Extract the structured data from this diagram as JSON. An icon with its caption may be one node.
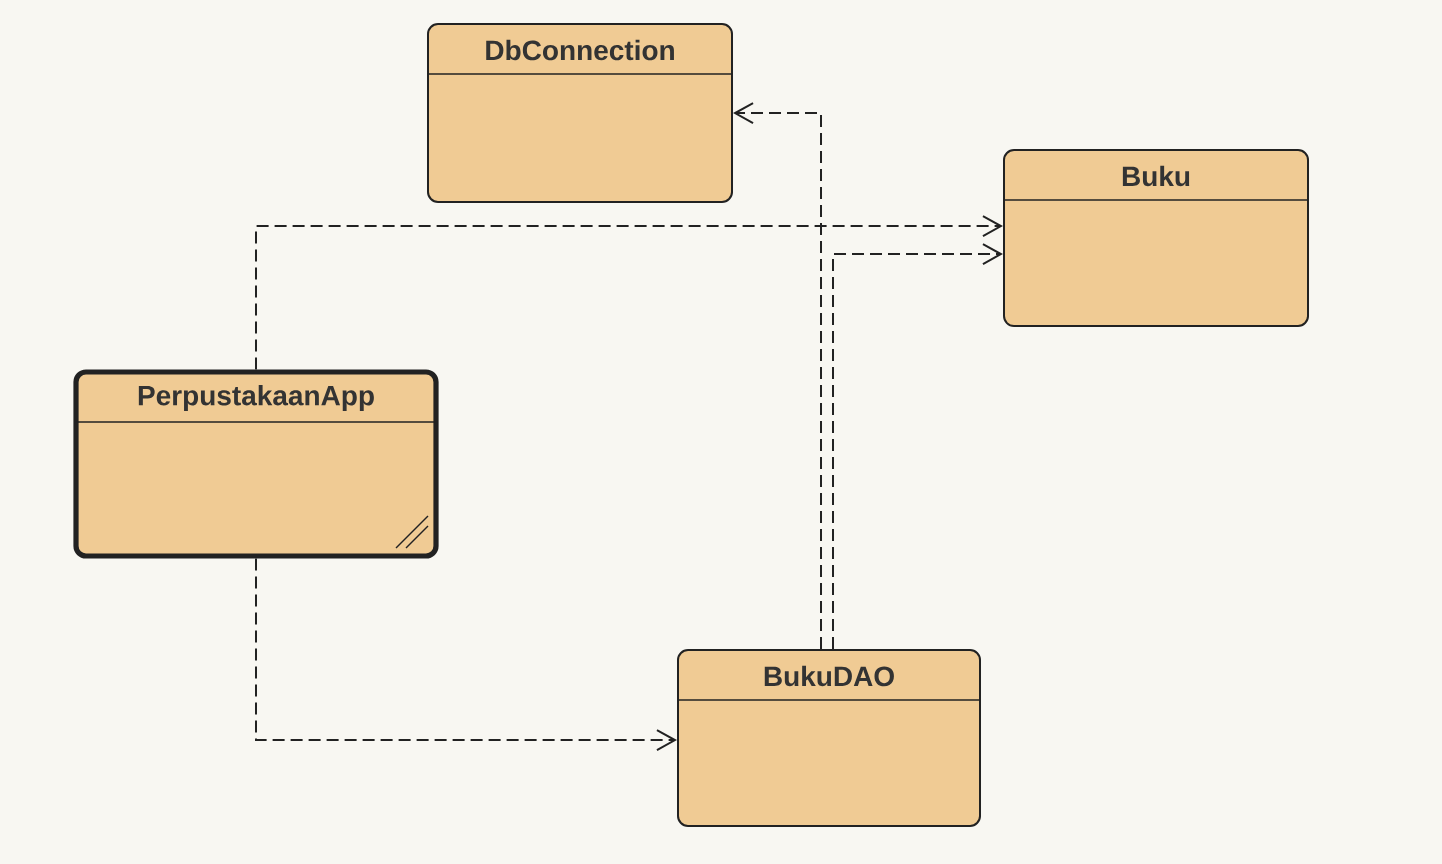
{
  "diagram": {
    "nodes": [
      {
        "text": [
          "DbConnection"
        ]
      },
      {
        "text": [
          "Buku"
        ]
      },
      {
        "text": [
          "PerpustakaanApp"
        ]
      },
      {
        "text": [
          "BukuDAO"
        ]
      }
    ],
    "edges": [
      {
        "from": 2,
        "to": 1,
        "arrow": "to",
        "style": "dashed"
      },
      {
        "from": 2,
        "to": 3,
        "arrow": "to",
        "style": "dashed"
      },
      {
        "from": 3,
        "to": 0,
        "arrow": "to",
        "style": "dashed"
      },
      {
        "from": 3,
        "to": 1,
        "arrow": "to",
        "style": "dashed"
      }
    ]
  }
}
